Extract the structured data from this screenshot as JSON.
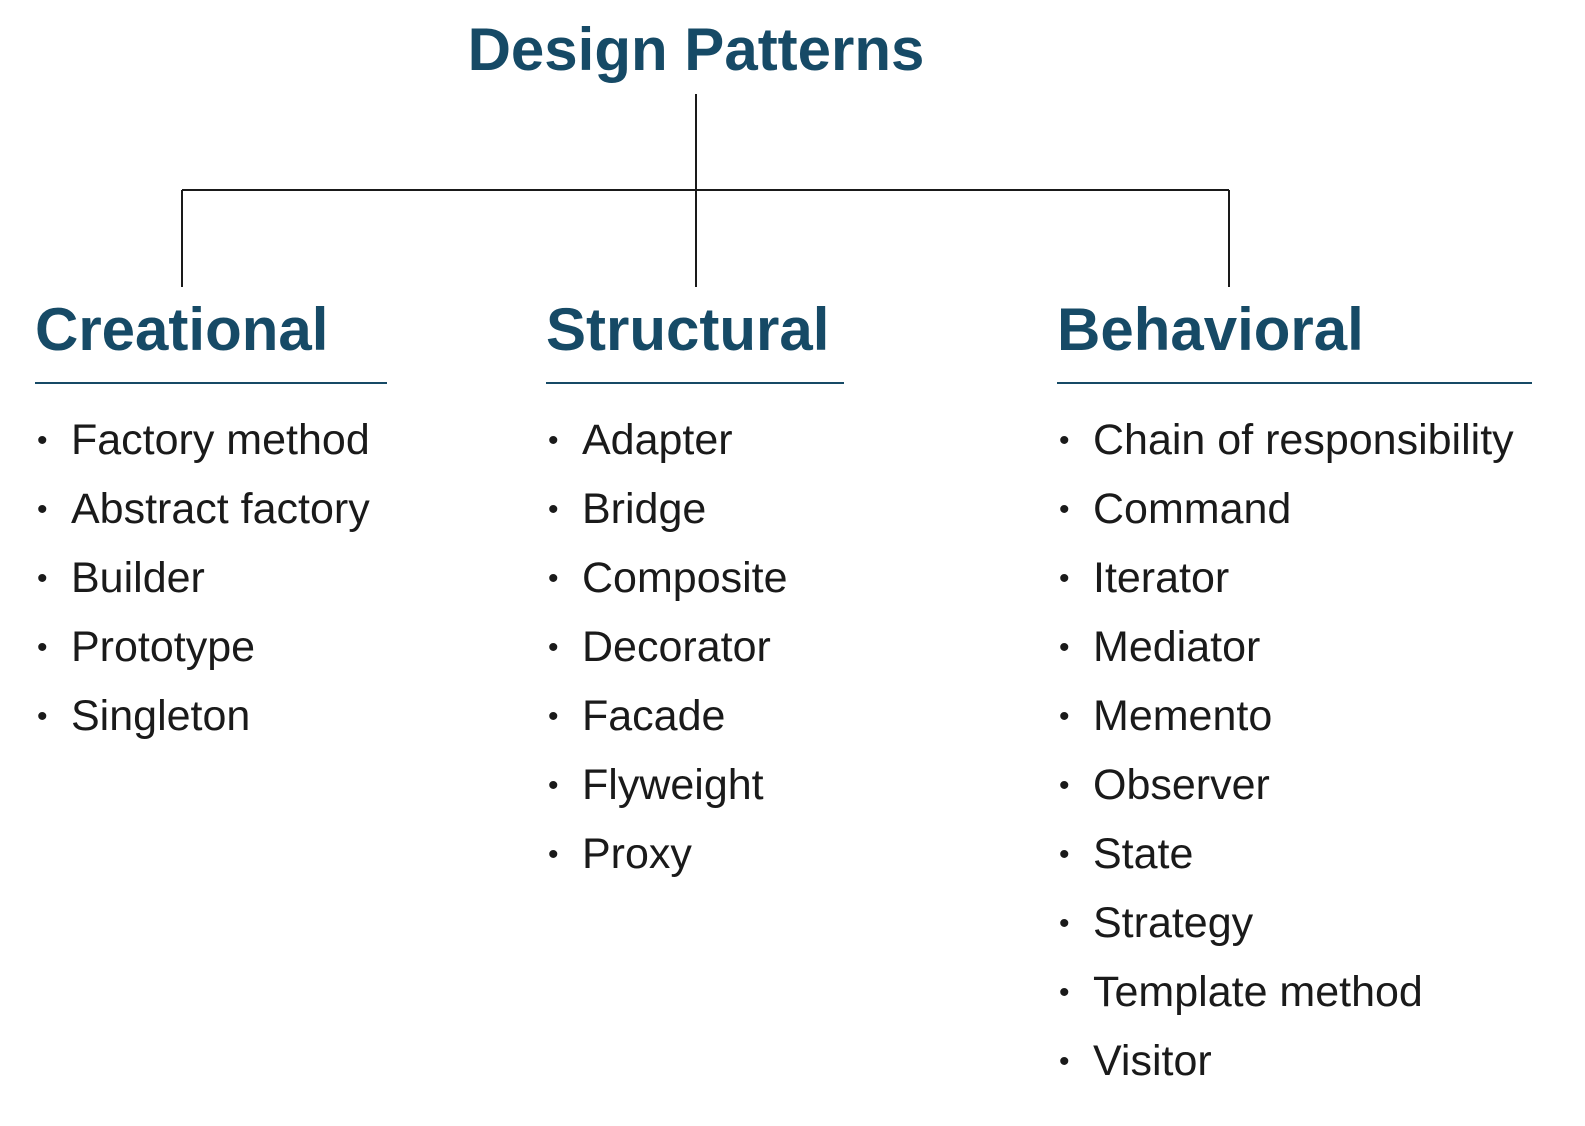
{
  "title": "Design Patterns",
  "colors": {
    "heading": "#164a66",
    "text": "#1a1a1a",
    "connector": "#1a1a1a"
  },
  "columns": [
    {
      "heading": "Creational",
      "items": [
        "Factory method",
        "Abstract factory",
        "Builder",
        "Prototype",
        "Singleton"
      ]
    },
    {
      "heading": "Structural",
      "items": [
        "Adapter",
        "Bridge",
        "Composite",
        "Decorator",
        "Facade",
        "Flyweight",
        "Proxy"
      ]
    },
    {
      "heading": "Behavioral",
      "items": [
        "Chain of responsibility",
        "Command",
        "Iterator",
        "Mediator",
        "Memento",
        "Observer",
        "State",
        "Strategy",
        "Template method",
        "Visitor"
      ]
    }
  ]
}
